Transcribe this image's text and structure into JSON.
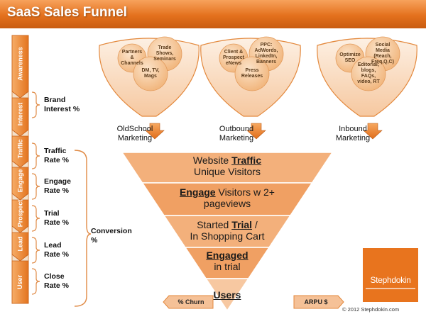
{
  "title": "SaaS Sales Funnel",
  "stages": [
    "Awareness",
    "Interest",
    "Traffic",
    "Engage",
    "Prospect",
    "Lead",
    "User"
  ],
  "rates": [
    [
      "Brand",
      "Interest %"
    ],
    [
      "Traffic",
      "Rate %"
    ],
    [
      "Engage",
      "Rate %"
    ],
    [
      "Trial",
      "Rate %"
    ],
    [
      "Lead",
      "Rate %"
    ],
    [
      "Close",
      "Rate %"
    ]
  ],
  "conversion": [
    "Conversion",
    "%"
  ],
  "channels": [
    {
      "label": [
        "OldSchool",
        "Marketing"
      ],
      "bubbles": [
        [
          "Partners",
          "&",
          "Channels"
        ],
        [
          "Trade",
          "Shows,",
          "Seminars"
        ],
        [
          "DM, TV,",
          "Mags"
        ]
      ]
    },
    {
      "label": [
        "Outbound",
        "Marketing"
      ],
      "bubbles": [
        [
          "Client &",
          "Prospect",
          "eNews"
        ],
        [
          "PPC:",
          "AdWords,",
          "LinkedIn,",
          "Banners"
        ],
        [
          "Press",
          "Releases"
        ]
      ]
    },
    {
      "label": [
        "Inbound",
        "Marketing"
      ],
      "bubbles": [
        [
          "Optimize",
          "SEO"
        ],
        [
          "Social",
          "Media",
          "(Reach,",
          "Freq,Q,C)"
        ],
        [
          "Editorial;",
          "blogs,",
          "FAQs,",
          "video, RT"
        ]
      ]
    }
  ],
  "funnel": [
    {
      "kw": "Traffic",
      "lines": [
        "Website Traffic",
        "Unique Visitors"
      ]
    },
    {
      "kw": "Engage",
      "lines": [
        "Engage Visitors w 2+",
        "pageviews"
      ]
    },
    {
      "kw": "Trial",
      "lines": [
        "Started Trial /",
        "In Shopping Cart"
      ]
    },
    {
      "kw": "Engaged",
      "lines": [
        "Engaged",
        "in trial"
      ]
    },
    {
      "kw": "Users",
      "lines": [
        "Users"
      ]
    }
  ],
  "tags": {
    "churn": "% Churn",
    "arpu": "ARPU $"
  },
  "brand": "Stephdokin",
  "copyright": "© 2012 Stephdokin.com",
  "colors": {
    "accent": "#e4711d",
    "funnel": [
      "#f3b07b",
      "#f0a063",
      "#f3b07b",
      "#f0a063",
      "#f7c8a1"
    ],
    "bubble": "#f5c89c",
    "stage_bar": "#f0923b"
  }
}
